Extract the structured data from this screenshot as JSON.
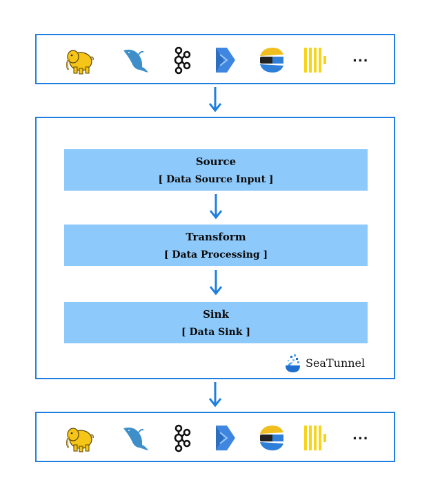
{
  "connectors_top": {
    "icons": [
      "hadoop-elephant-icon",
      "mysql-dolphin-icon",
      "kafka-icon",
      "kinesis-icon",
      "elasticsearch-icon",
      "clickhouse-icon"
    ],
    "more": "..."
  },
  "connectors_bottom": {
    "icons": [
      "hadoop-elephant-icon",
      "mysql-dolphin-icon",
      "kafka-icon",
      "kinesis-icon",
      "elasticsearch-icon",
      "clickhouse-icon"
    ],
    "more": "..."
  },
  "stages": {
    "source": {
      "title": "Source",
      "subtitle": "[ Data Source Input ]"
    },
    "transform": {
      "title": "Transform",
      "subtitle": "[ Data Processing ]"
    },
    "sink": {
      "title": "Sink",
      "subtitle": "[ Data Sink ]"
    }
  },
  "brand": {
    "name": "SeaTunnel"
  },
  "colors": {
    "border": "#1E7FE0",
    "stage_fill": "#8EC9FB",
    "arrow": "#1E7FE0",
    "hadoop_yellow": "#F5C518",
    "mysql_blue": "#3E8FC9",
    "kinesis_blue": "#3E86E0",
    "elastic_yellow": "#F0BE1E",
    "elastic_blue": "#2F7ED8",
    "clickhouse_yellow": "#F6D31C"
  }
}
